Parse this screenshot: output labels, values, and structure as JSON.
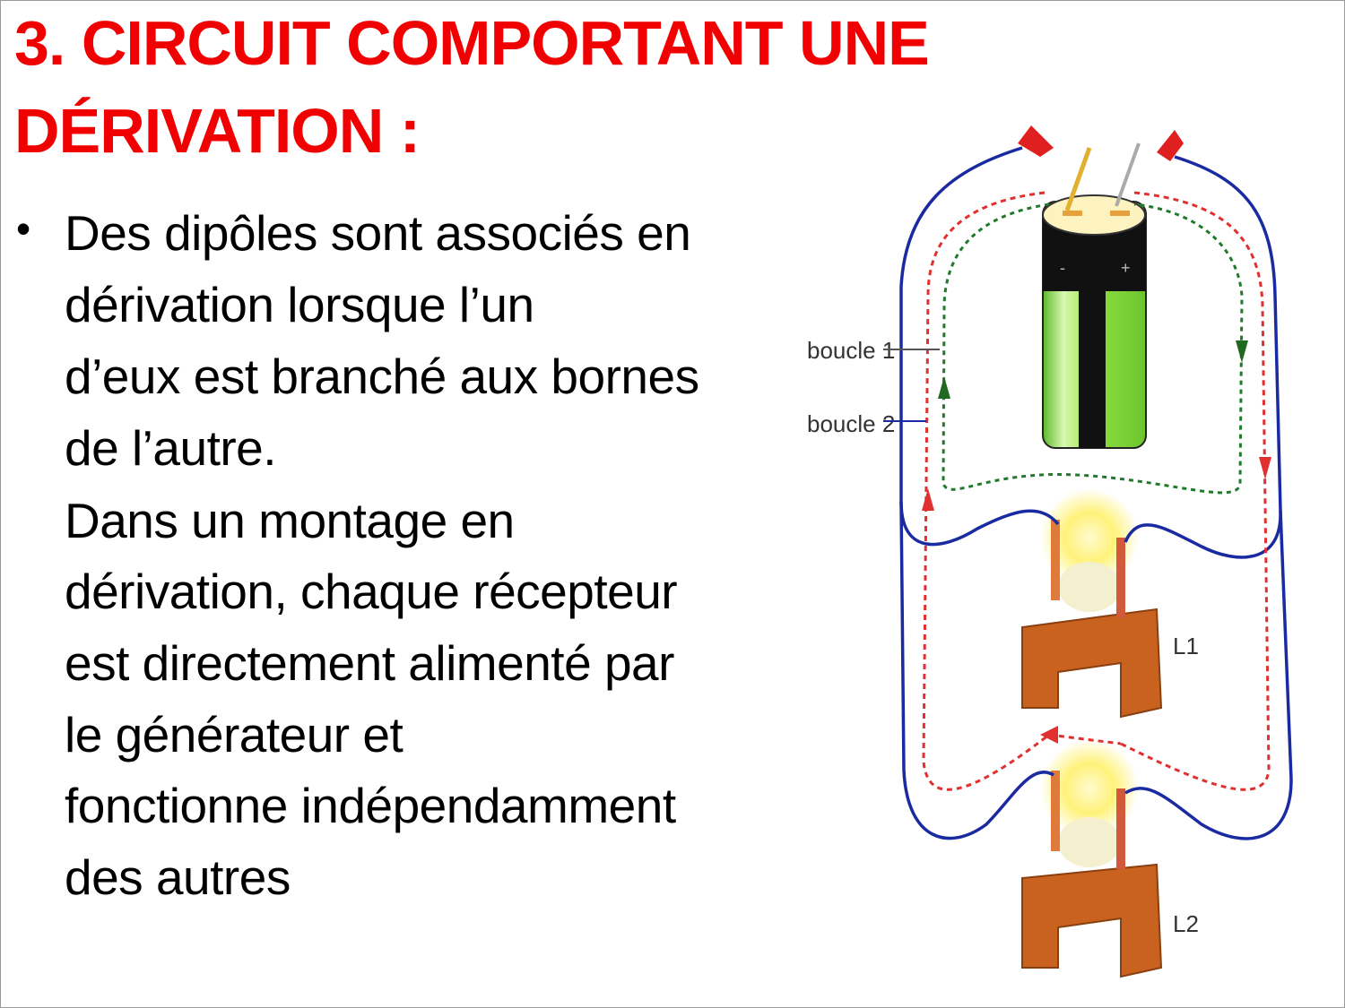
{
  "title": {
    "line1": "3. CIRCUIT COMPORTANT UNE",
    "line2": "DÉRIVATION :"
  },
  "body": {
    "bullet": "•",
    "lines": [
      "Des dipôles sont associés en",
      "dérivation lorsque l’un",
      "d’eux est branché aux bornes",
      "de l’autre.",
      "Dans un montage en",
      "dérivation, chaque récepteur",
      "est directement alimenté par",
      "le générateur et",
      "fonctionne indépendamment",
      "des autres"
    ]
  },
  "diagram": {
    "label_loop1": "boucle 1",
    "label_loop2": "boucle 2",
    "lamp1": "L1",
    "lamp2": "L2",
    "battery_minus": "-",
    "battery_plus": "+",
    "colors": {
      "title": "#f00000",
      "wire": "#1a2aa0",
      "loop1": "#1f7a2a",
      "loop2": "#e03030",
      "battery": "#7ed63a",
      "base": "#c8621e"
    }
  }
}
